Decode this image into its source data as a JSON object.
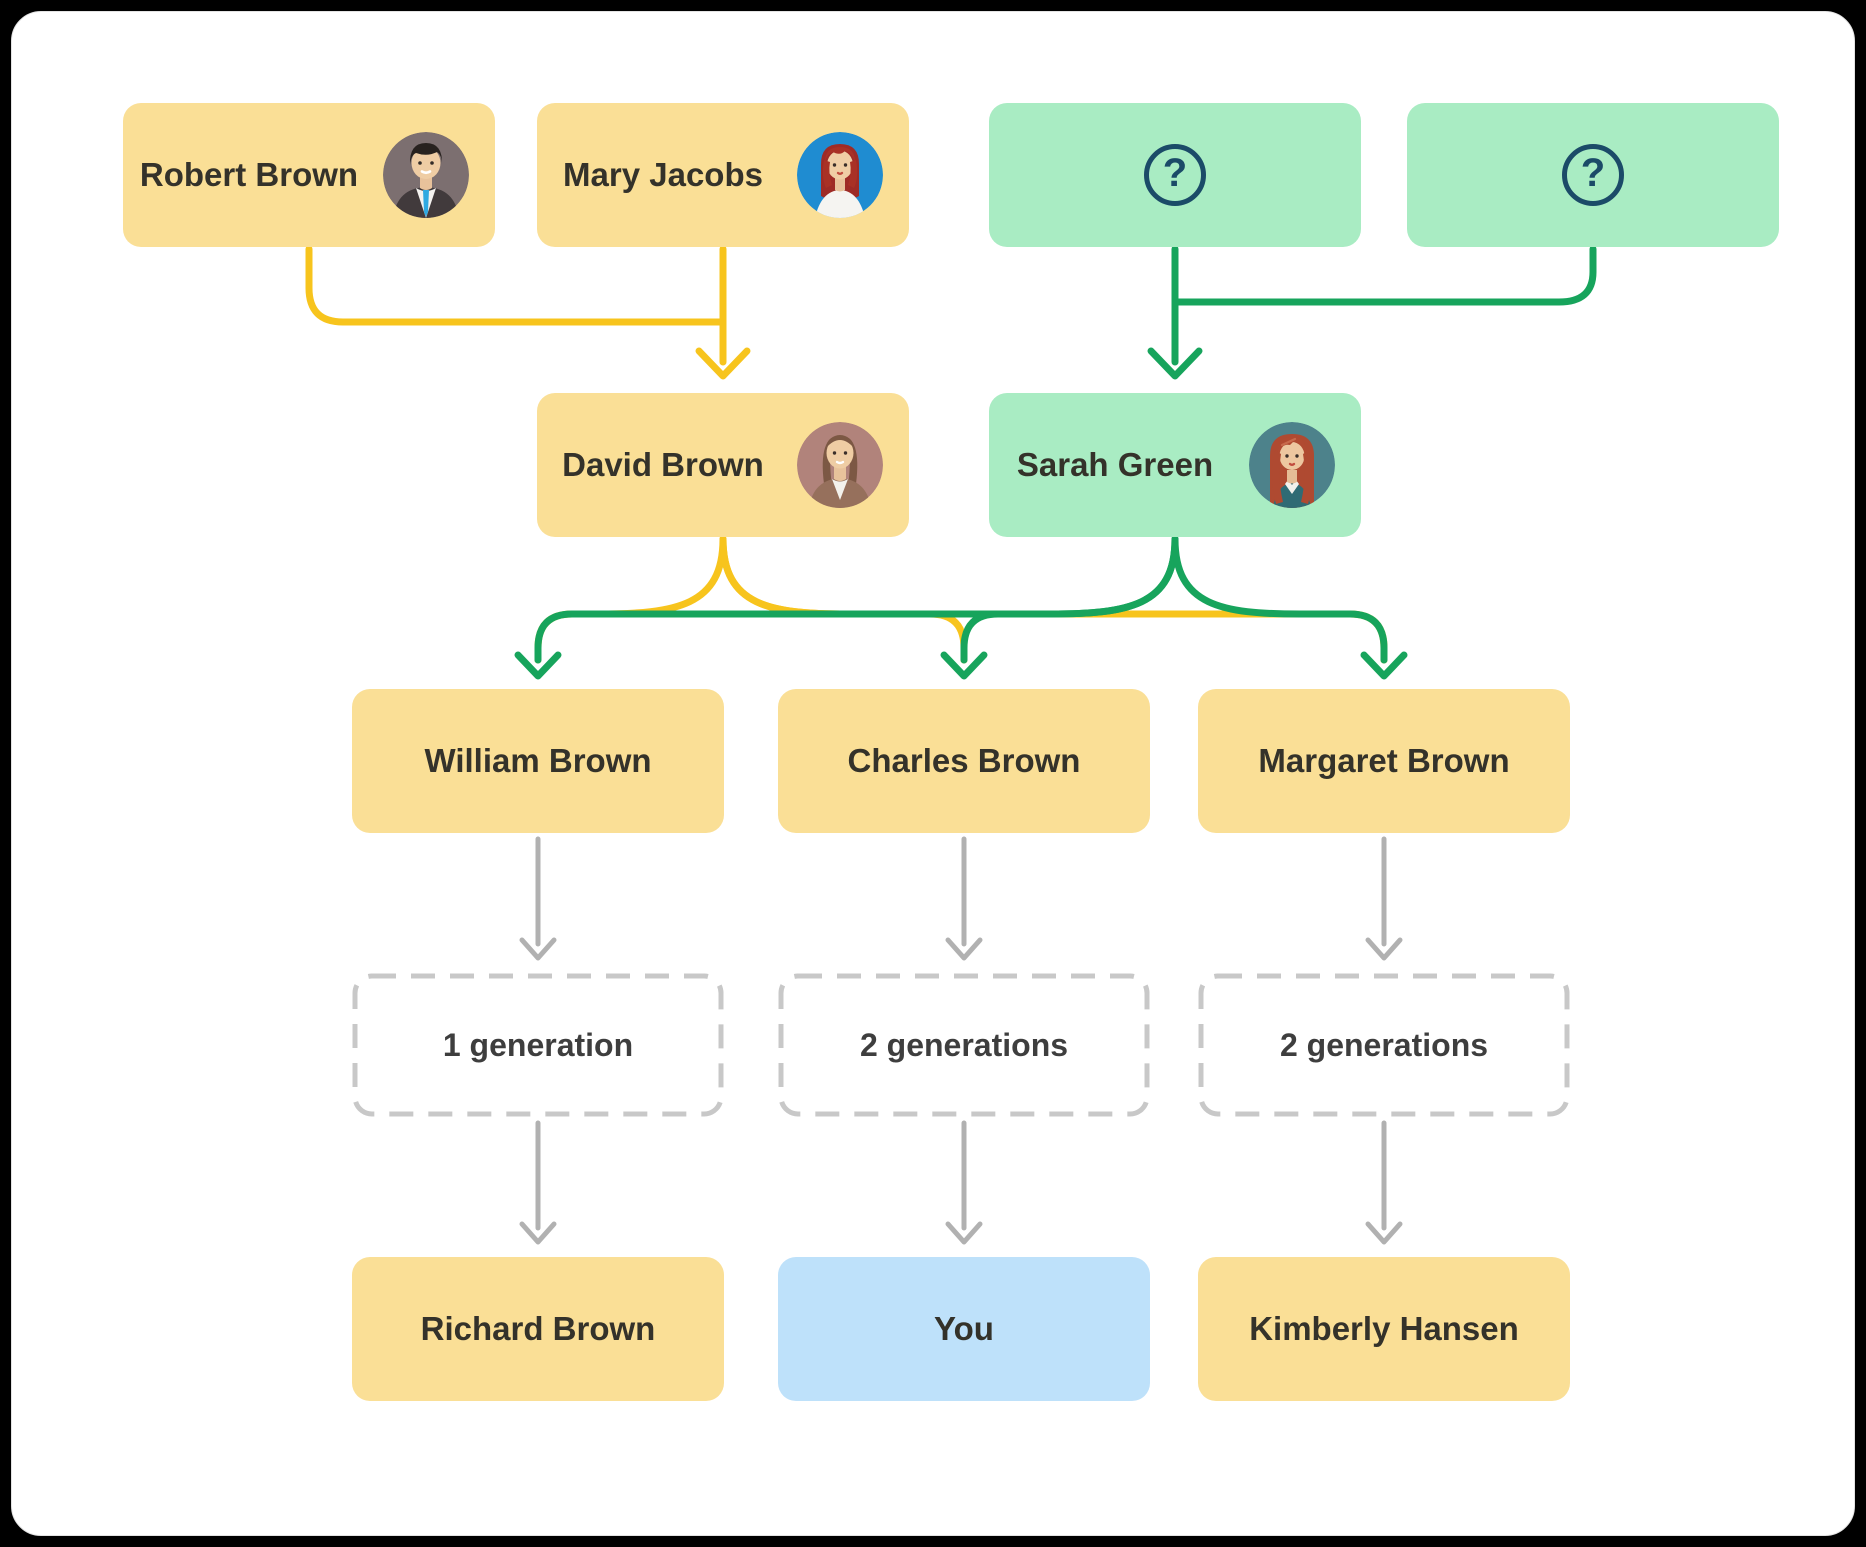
{
  "title": "Family tree generations diagram",
  "theme": {
    "card_bg": "#FFFFFF",
    "node_yellow": "#FADF96",
    "node_green": "#A9ECC3",
    "node_blue": "#BEE1FA",
    "arrow_yellow": "#F7C41D",
    "arrow_green": "#17A45C",
    "arrow_gray": "#B1B1B1",
    "dashed_border": "#C8C8C8",
    "text_dark": "#34322A",
    "text_gray": "#3E3E3E",
    "question_navy": "#1B4B68"
  },
  "icons": {
    "question_mark": "?"
  },
  "nodes": {
    "robert": {
      "label": "Robert Brown"
    },
    "mary": {
      "label": "Mary Jacobs"
    },
    "david": {
      "label": "David Brown"
    },
    "sarah": {
      "label": "Sarah Green"
    },
    "william": {
      "label": "William Brown"
    },
    "charles": {
      "label": "Charles Brown"
    },
    "margaret": {
      "label": "Margaret Brown"
    },
    "gen_left": {
      "label": "1 generation"
    },
    "gen_middle": {
      "label": "2 generations"
    },
    "gen_right": {
      "label": "2 generations"
    },
    "richard": {
      "label": "Richard Brown"
    },
    "you": {
      "label": "You"
    },
    "kimberly": {
      "label": "Kimberly Hansen"
    }
  }
}
